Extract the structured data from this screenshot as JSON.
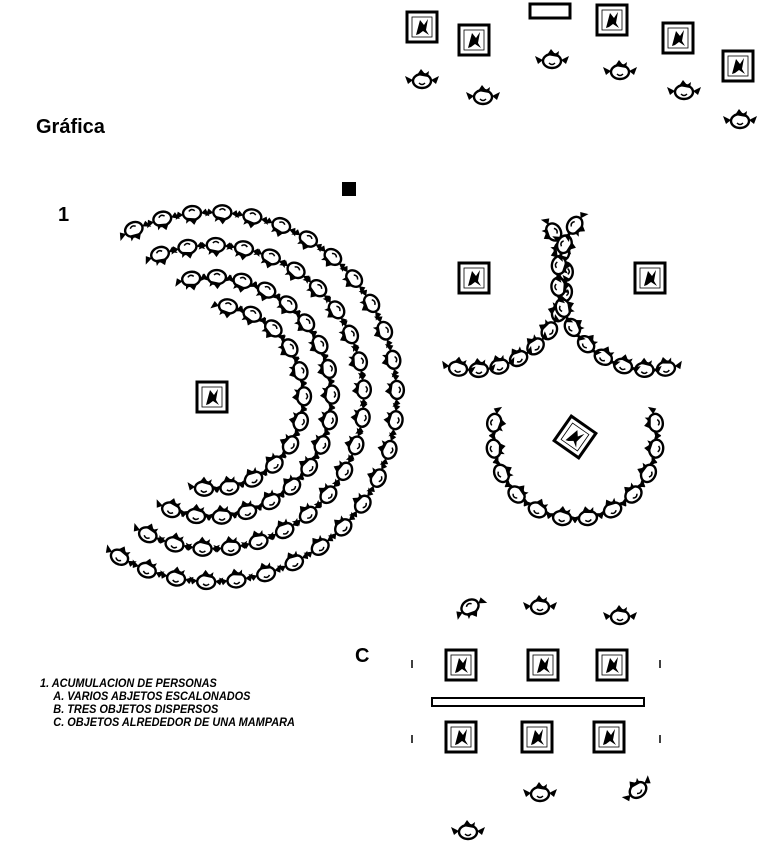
{
  "title": "Gráfica",
  "markers": {
    "group_1": "1",
    "group_c": "C"
  },
  "legend": [
    "1. ACUMULACION DE PERSONAS",
    "A. VARIOS ABJETOS ESCALONADOS",
    "B. TRES OBJETOS DISPERSOS",
    "C. OBJETOS ALREDEDOR DE UNA MAMPARA"
  ]
}
